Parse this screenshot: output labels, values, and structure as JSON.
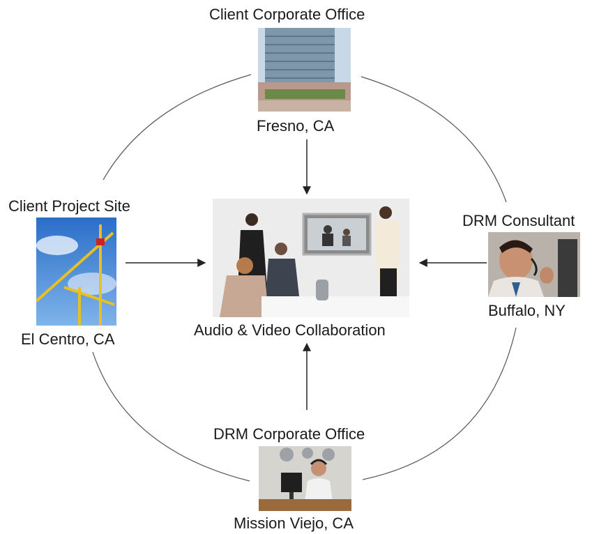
{
  "nodes": {
    "top": {
      "title": "Client Corporate Office",
      "location": "Fresno, CA",
      "image": "office-building-photo"
    },
    "left": {
      "title": "Client Project Site",
      "location": "El Centro, CA",
      "image": "construction-cranes-photo"
    },
    "right": {
      "title": "DRM Consultant",
      "location": "Buffalo, NY",
      "image": "consultant-headset-photo"
    },
    "bottom": {
      "title": "DRM Corporate Office",
      "location": "Mission Viejo, CA",
      "image": "office-headset-photo"
    }
  },
  "center": {
    "caption": "Audio & Video Collaboration",
    "image": "video-conference-photo"
  },
  "colors": {
    "line": "#333333",
    "sky": "#3a7fd0",
    "crane": "#e8c020"
  }
}
